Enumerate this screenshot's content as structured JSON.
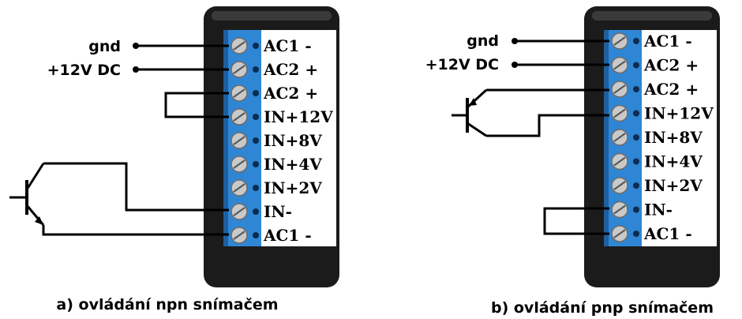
{
  "terminals": [
    "AC1 -",
    "AC2 +",
    "AC2 +",
    "IN+12V",
    "IN+8V",
    "IN+4V",
    "IN+2V",
    "IN-",
    "AC1 -"
  ],
  "left": {
    "wires": [
      {
        "label": "gnd"
      },
      {
        "label": "+12V DC"
      }
    ],
    "caption": "a) ovládání npn snímačem"
  },
  "right": {
    "wires": [
      {
        "label": "gnd"
      },
      {
        "label": "+12V DC"
      }
    ],
    "caption": "b) ovládání pnp snímačem"
  },
  "colors": {
    "housing": "#1b1b1b",
    "terminal_block": "#2f86d4",
    "screw": "#c9c9c9",
    "wire": "#000000"
  }
}
